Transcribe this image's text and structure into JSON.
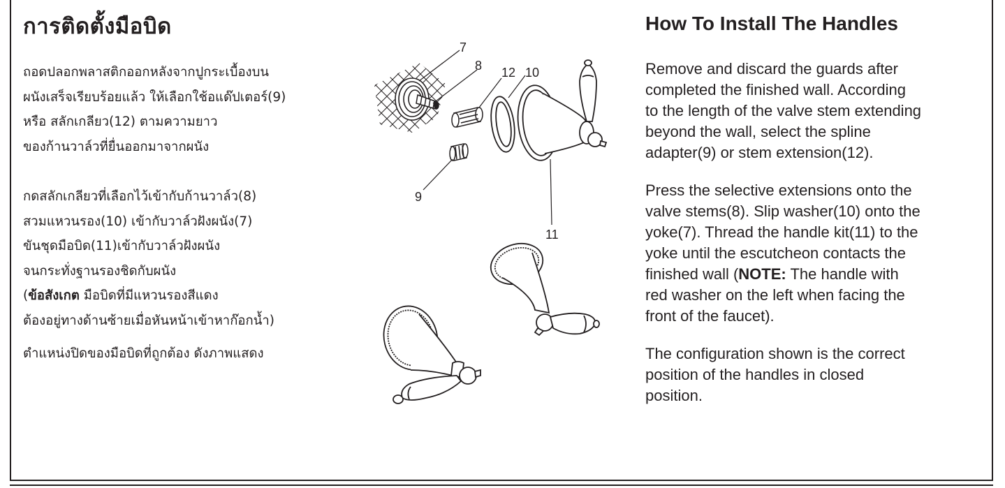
{
  "thai": {
    "title": "การติดตั้งมือบิด",
    "para1": [
      "ถอดปลอกพลาสติกออกหลังจากปูกระเบื้องบน",
      "ผนังเสร็จเรียบร้อยแล้ว ให้เลือกใช้อแด๊ปเตอร์(9)",
      "หรือ สลักเกลียว(12) ตามความยาว",
      "ของก้านวาล์วที่ยื่นออกมาจากผนัง"
    ],
    "para2": [
      "กดสลักเกลียวที่เลือกไว้เข้ากับก้านวาล์ว(8)",
      "สวมแหวนรอง(10) เข้ากับวาล์วฝังผนัง(7)",
      "ขันชุดมือบิด(11)เข้ากับวาล์วฝังผนัง",
      "จนกระทั่งฐานรองชิดกับผนัง"
    ],
    "note_open": "(",
    "note_label": "ข้อสังเกต",
    "note_rest": " มือบิดที่มีแหวนรองสีแดง",
    "note_line2": "ต้องอยู่ทางด้านซ้ายเมื่อหันหน้าเข้าหาก๊อกน้ำ)",
    "para3": "ตำแหน่งปิดของมือบิดที่ถูกต้อง ดังภาพแสดง"
  },
  "english": {
    "title": "How To Install The Handles",
    "para1": [
      "Remove and discard the guards after",
      "completed the finished wall. According",
      "to the length of the valve stem extending",
      "beyond the wall, select the spline",
      "adapter(9) or stem extension(12)."
    ],
    "para2": [
      "Press the selective extensions onto the",
      "valve stems(8). Slip washer(10) onto the",
      "yoke(7). Thread the handle kit(11) to the",
      "yoke until the escutcheon contacts the"
    ],
    "para2_line5_a": "finished wall (",
    "note_label": "NOTE:",
    "para2_line5_b": " The handle with",
    "para2_rest": [
      "red washer on the left when facing the",
      "front of the faucet)."
    ],
    "para3": [
      "The configuration shown is the correct",
      "position of the handles in closed",
      "position."
    ]
  },
  "diagram": {
    "labels": {
      "n7": "7",
      "n8": "8",
      "n12": "12",
      "n10": "10",
      "n9": "9",
      "n11": "11"
    }
  },
  "colors": {
    "ink": "#231f20",
    "background": "#ffffff"
  }
}
